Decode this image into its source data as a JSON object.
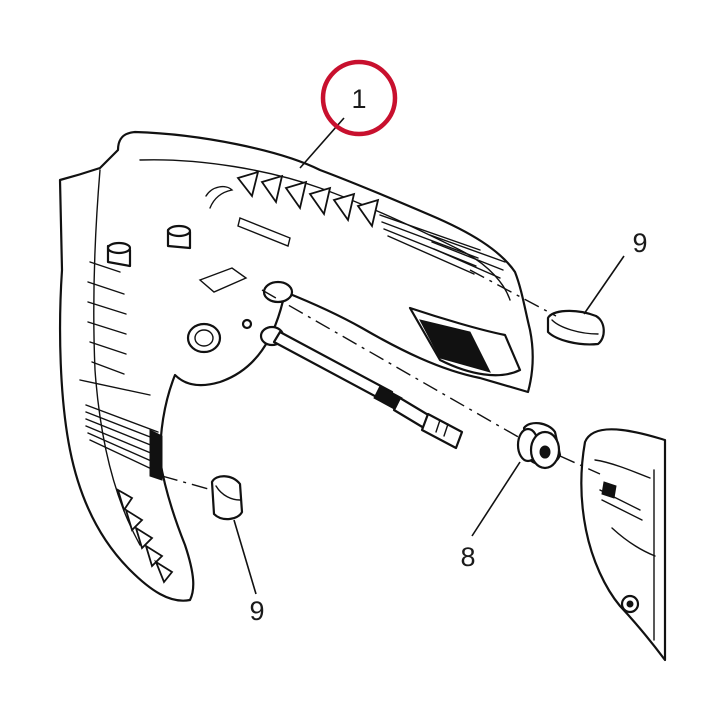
{
  "callouts": {
    "housing": "1",
    "grommet": "8",
    "plug_right": "9",
    "plug_left": "9"
  },
  "colors": {
    "highlight_ring": "#c8102e",
    "line": "#111111",
    "background": "#ffffff"
  }
}
